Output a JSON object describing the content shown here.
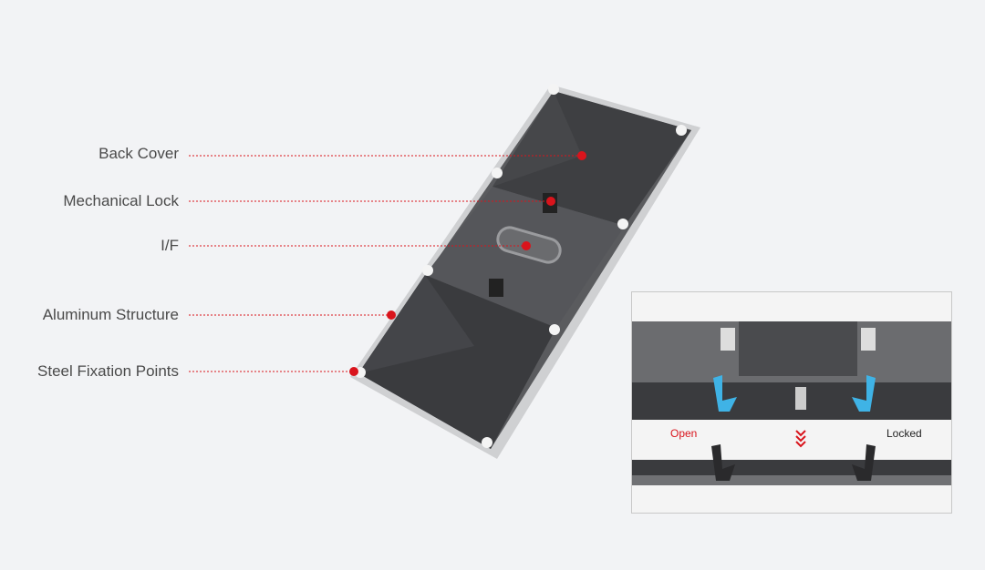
{
  "callouts": [
    {
      "label": "Back Cover"
    },
    {
      "label": "Mechanical Lock"
    },
    {
      "label": "I/F"
    },
    {
      "label": "Aluminum Structure"
    },
    {
      "label": "Steel Fixation Points"
    }
  ],
  "inset": {
    "open_label": "Open",
    "locked_label": "Locked"
  },
  "colors": {
    "accent": "#d9141c",
    "latch": "#3fb3e6",
    "panel": "#3c3d40",
    "frame": "#c9cacc",
    "background": "#f2f3f5"
  }
}
